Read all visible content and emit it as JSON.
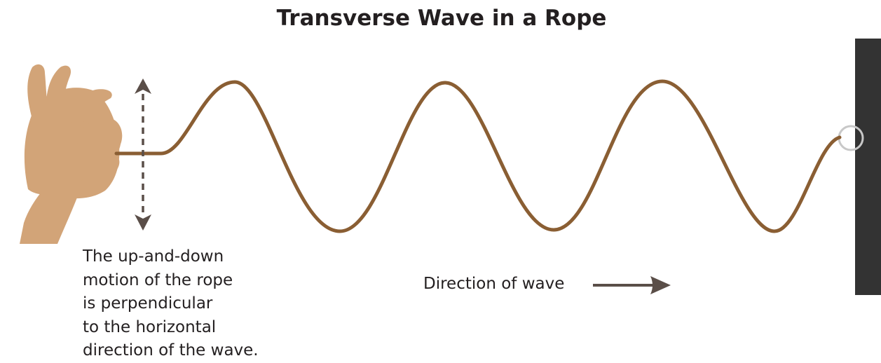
{
  "title": "Transverse Wave in a Rope",
  "caption_lines": [
    "The up-and-down",
    "motion of the rope",
    "is perpendicular",
    "to the horizontal",
    "direction of the wave."
  ],
  "direction_label": "Direction of wave",
  "colors": {
    "rope": "#8a5e33",
    "hand": "#d2a478",
    "arrow": "#5a4e48",
    "wall": "#333333",
    "ring": "#c8c8c8",
    "text": "#231f20"
  },
  "icons": {
    "hand": "hand-icon",
    "vertical_motion_arrow": "double-headed-vertical-arrow-icon",
    "direction_arrow": "right-arrow-icon",
    "wall": "wall",
    "anchor_ring": "ring-icon"
  }
}
